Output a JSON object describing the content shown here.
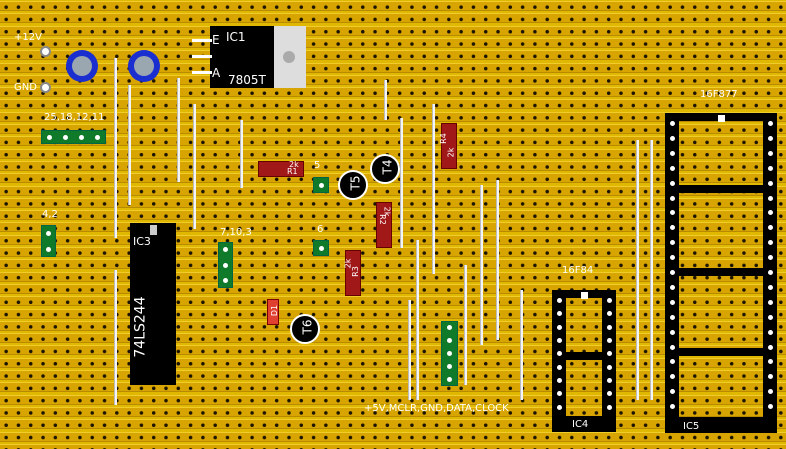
{
  "labels": {
    "v12": "+12V",
    "gnd": "GND",
    "hdr_top": "25,18,12,11",
    "hdr_left": "4,2",
    "hdr_mid": "7,10,3",
    "pin5": "5",
    "pin6": "6",
    "prog_header": "+5V,MCLR,GND,DATA,CLOCK",
    "pic_large": "16F877",
    "pic_small": "16F84"
  },
  "components": {
    "ic1": {
      "name": "IC1",
      "part": "7805T",
      "pins": [
        "E",
        "A"
      ]
    },
    "ic3": {
      "name": "IC3",
      "part": "74LS244"
    },
    "ic4": {
      "name": "IC4"
    },
    "ic5": {
      "name": "IC5"
    },
    "r1": {
      "name": "R1",
      "value": "2k"
    },
    "r2": {
      "name": "R2",
      "value": "2k"
    },
    "r3": {
      "name": "R3",
      "value": "2k"
    },
    "r4": {
      "name": "R4",
      "value": "2k"
    },
    "d1": {
      "name": "D1"
    },
    "t4": {
      "name": "T4"
    },
    "t5": {
      "name": "T5"
    },
    "t6": {
      "name": "T6"
    }
  },
  "colors": {
    "board": "#e0b800",
    "strip": "#d8a500",
    "header": "#0e7a2a",
    "resistor": "#a01818",
    "capacitor": "#1b2fd0"
  }
}
